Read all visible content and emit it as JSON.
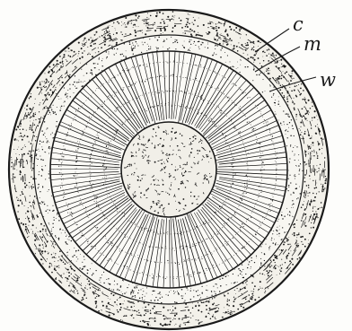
{
  "figure": {
    "labels": {
      "c": "c",
      "m": "m",
      "w": "w"
    },
    "ink_color": "#1a1a1a",
    "paper_color": "#fdfdfb"
  }
}
